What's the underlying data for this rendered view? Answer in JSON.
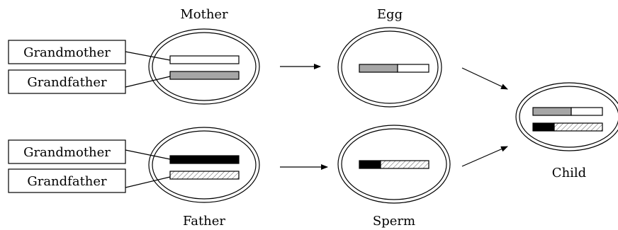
{
  "labels": {
    "mother": "Mother",
    "father": "Father",
    "egg": "Egg",
    "sperm": "Sperm",
    "child": "Child",
    "mother_grandmother": "Grandmother",
    "mother_grandfather": "Grandfather",
    "father_grandmother": "Grandmother",
    "father_grandfather": "Grandfather"
  },
  "colors": {
    "maternal_grandmother": "#ffffff",
    "maternal_grandfather": "#a6a6a6",
    "paternal_grandmother": "#000000",
    "paternal_grandfather": "hatched"
  }
}
